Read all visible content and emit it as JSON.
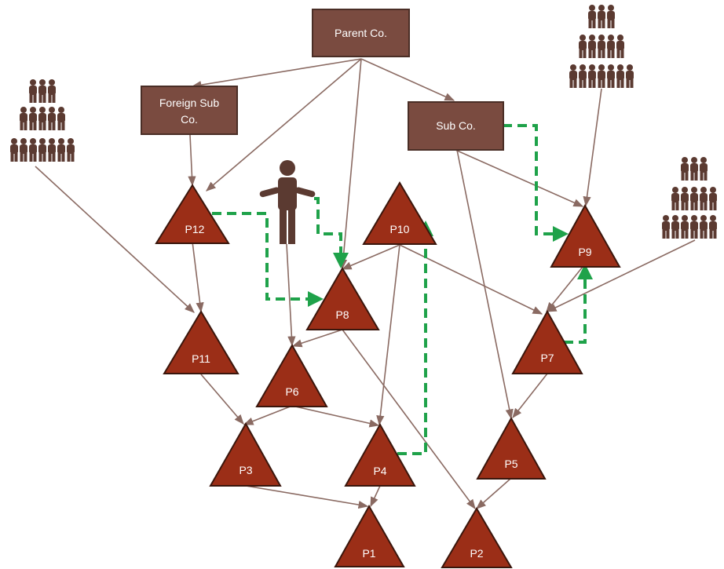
{
  "nodes": {
    "parent": "Parent Co.",
    "foreign_sub_line1": "Foreign Sub",
    "foreign_sub_line2": "Co.",
    "sub": "Sub Co.",
    "p1": "P1",
    "p2": "P2",
    "p3": "P3",
    "p4": "P4",
    "p5": "P5",
    "p6": "P6",
    "p7": "P7",
    "p8": "P8",
    "p9": "P9",
    "p10": "P10",
    "p11": "P11",
    "p12": "P12"
  },
  "colors": {
    "box_fill": "#7a4b40",
    "triangle_fill": "#9b2e17",
    "edge": "#8a6a62",
    "flow_dashed": "#1fa24a",
    "people": "#5b3a31"
  },
  "icons": [
    "crowd-icon",
    "person-icon",
    "arrow-icon"
  ]
}
